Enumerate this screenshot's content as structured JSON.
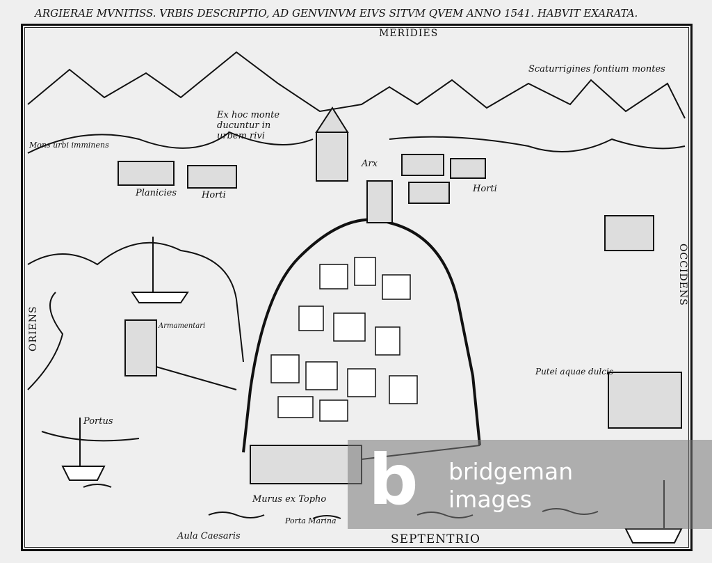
{
  "title": "ARGIERAE MVNITISS. VRBIS DESCRIPTIO, AD GENVINVM EIVS SITVM QVEM ANNO 1541. HABVIT EXARATA.",
  "compass": {
    "south": "MERIDIES",
    "north": "SEPTENTRIO",
    "east": "ORIENS",
    "west": "OCCIDENS"
  },
  "labels": {
    "scaturigines": "Scaturrigines fontium montes",
    "ex_hoc_monte": "Ex hoc monte ducuntur in urbem rivi",
    "mons": "Mons urbi imminens",
    "planicies": "Planicies",
    "horti_left": "Horti",
    "arx": "Arx",
    "horti_right": "Horti",
    "armamentarium": "Armamentari",
    "portus": "Portus",
    "putei": "Putei aquae dulcis",
    "murus": "Murus ex Topho",
    "aula": "Aula Caesaris",
    "porta_marina": "Porta Marina"
  },
  "watermark": {
    "letter": "b",
    "line1": "bridgeman",
    "line2": "images"
  },
  "colors": {
    "ink": "#111111",
    "paper": "#efefef"
  }
}
